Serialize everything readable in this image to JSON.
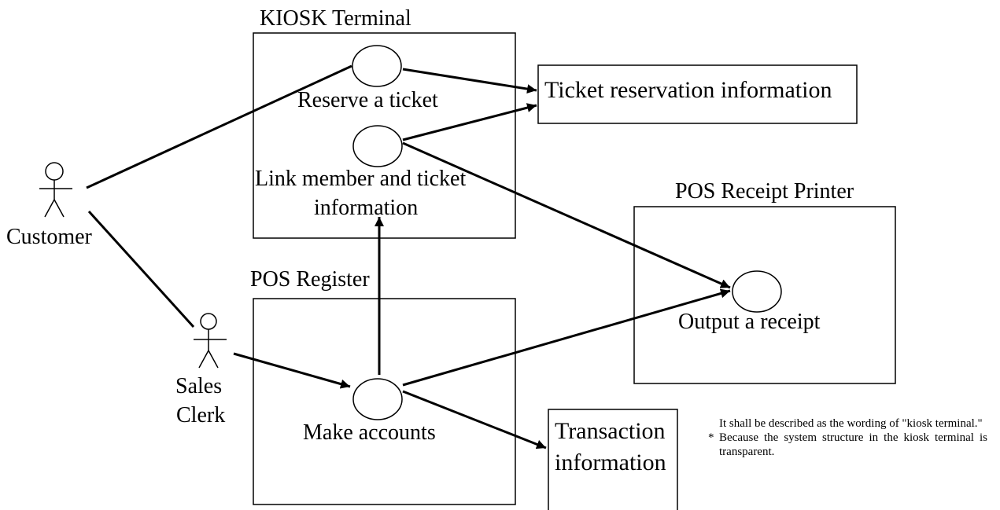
{
  "boundaries": {
    "kiosk": "KIOSK Terminal",
    "pos_register": "POS Register",
    "printer": "POS Receipt Printer"
  },
  "actors": {
    "customer": "Customer",
    "clerk_line1": "Sales",
    "clerk_line2": "Clerk"
  },
  "use_cases": {
    "reserve": "Reserve a ticket",
    "link_line1": "Link member and ticket",
    "link_line2": "information",
    "accounts": "Make accounts",
    "receipt": "Output a receipt"
  },
  "data_stores": {
    "ticket_info": "Ticket reservation information",
    "transaction_line1": "Transaction",
    "transaction_line2": "information"
  },
  "note": {
    "line1": "It shall be described as the wording of \"kiosk terminal.\"",
    "bullet": "*",
    "line2": "Because the system structure in the kiosk terminal is transparent."
  }
}
